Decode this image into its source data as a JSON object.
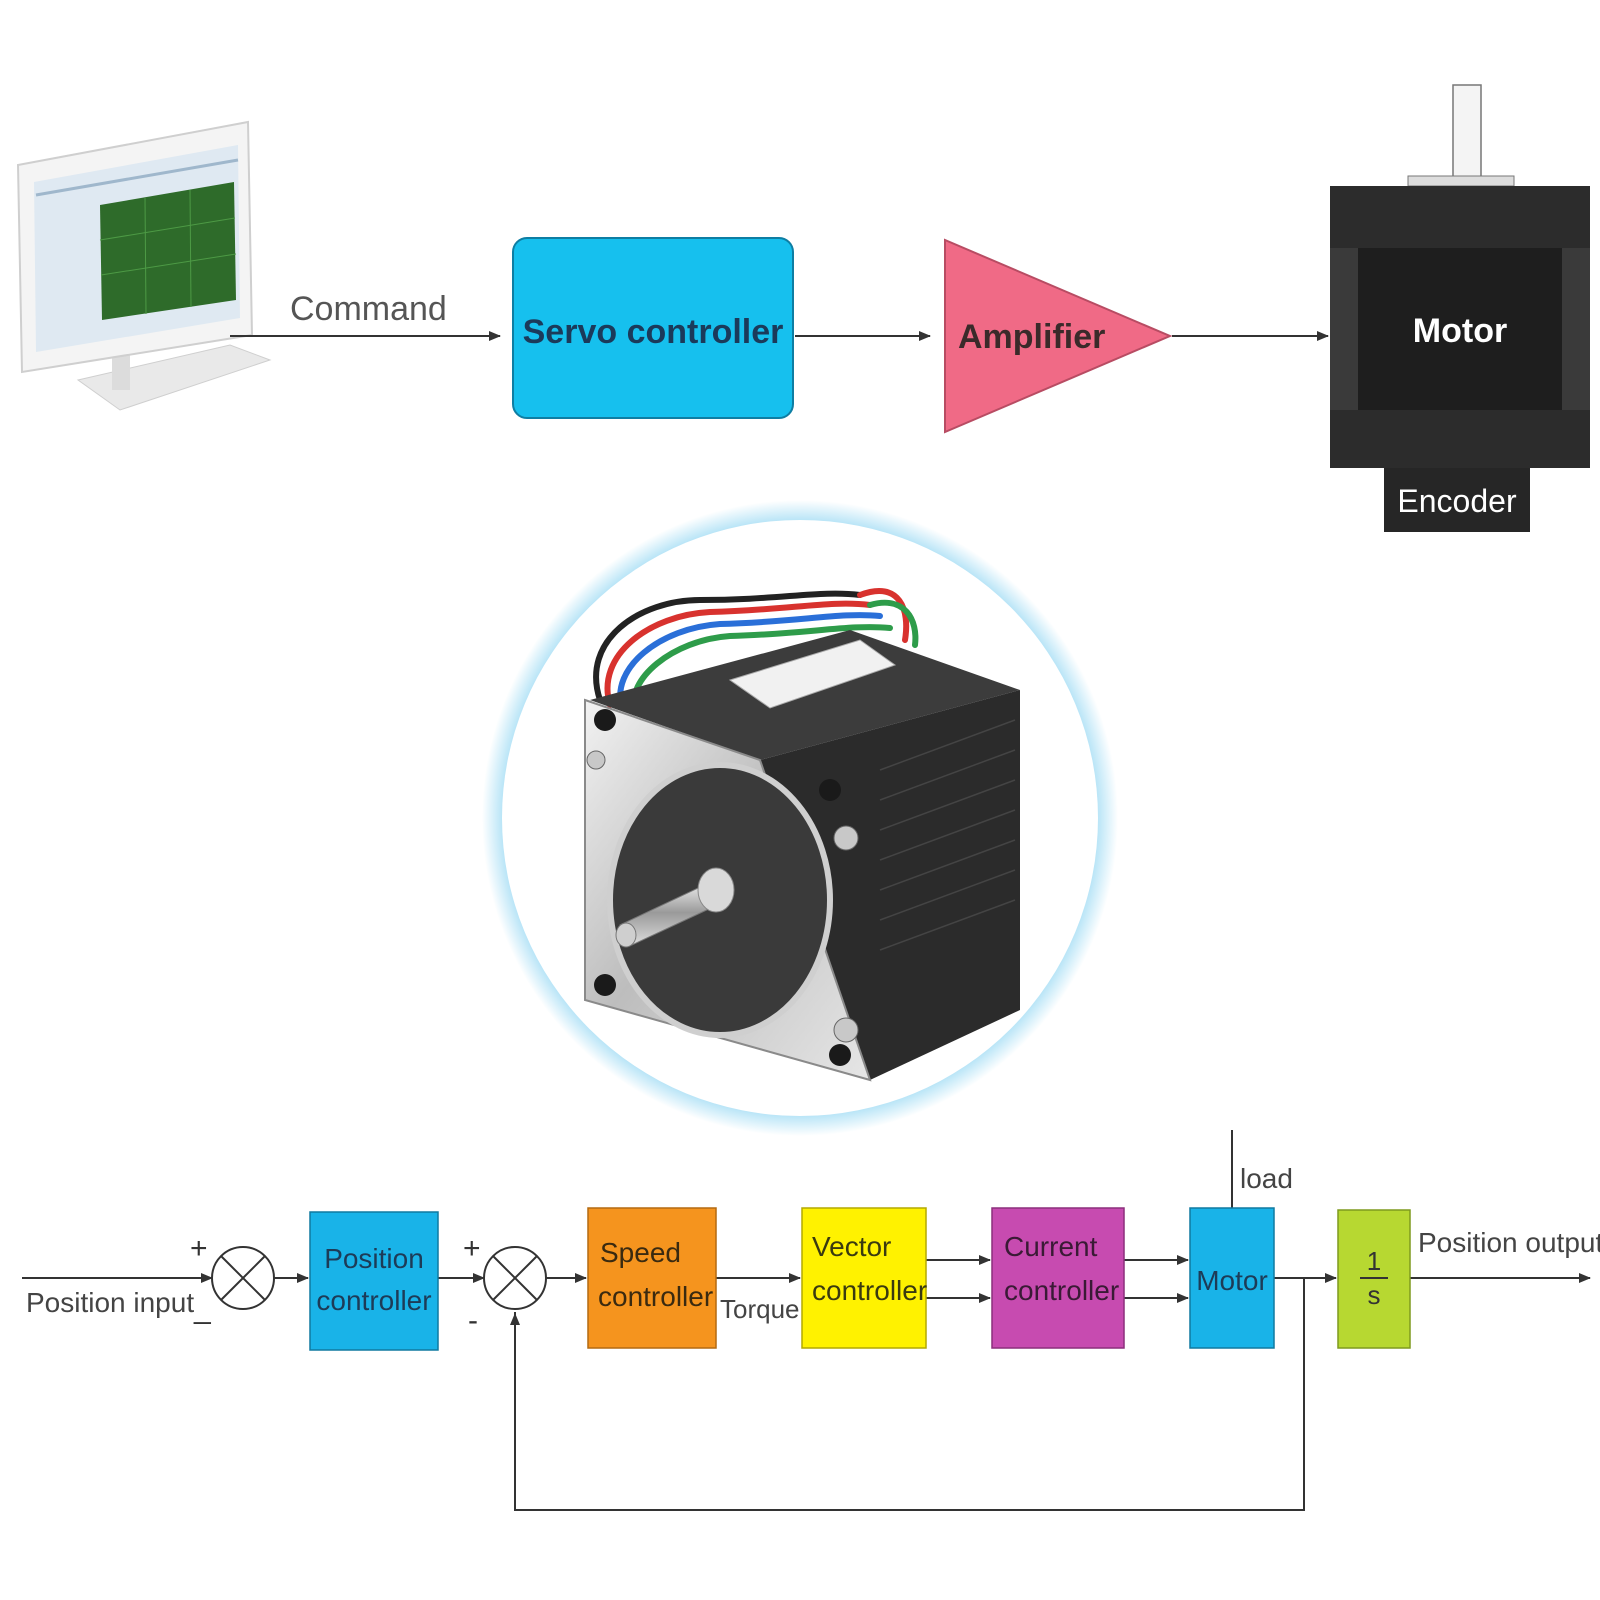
{
  "top_diagram": {
    "command_label": "Command",
    "servo_label": "Servo controller",
    "amplifier_label": "Amplifier",
    "motor_label": "Motor",
    "encoder_label": "Encoder"
  },
  "bottom_diagram": {
    "position_input": "Position input",
    "sum1_plus": "+",
    "sum1_minus": "_",
    "position_controller_line1": "Position",
    "position_controller_line2": "controller",
    "sum2_plus": "+",
    "sum2_minus": "-",
    "speed_controller_line1": "Speed",
    "speed_controller_line2": "controller",
    "torque_label": "Torque",
    "vector_controller_line1": "Vector",
    "vector_controller_line2": "controller",
    "current_controller_line1": "Current",
    "current_controller_line2": "controller",
    "load_label": "load",
    "motor_label": "Motor",
    "integrator_num": "1",
    "integrator_den": "s",
    "position_output": "Position output"
  },
  "colors": {
    "servo_box": "#16c0ee",
    "amplifier": "#f06a86",
    "motor_body": "#1e1e1e",
    "position_box": "#19b3e8",
    "speed_box": "#f5941e",
    "vector_box": "#fff200",
    "current_box": "#c74bb0",
    "motor_box": "#19b3e8",
    "integrator_box": "#b7d831",
    "circle_glow": "#6cc8ee"
  },
  "icons": [
    "computer-monitor-icon",
    "stepper-motor-photo",
    "summing-junction-icon"
  ]
}
